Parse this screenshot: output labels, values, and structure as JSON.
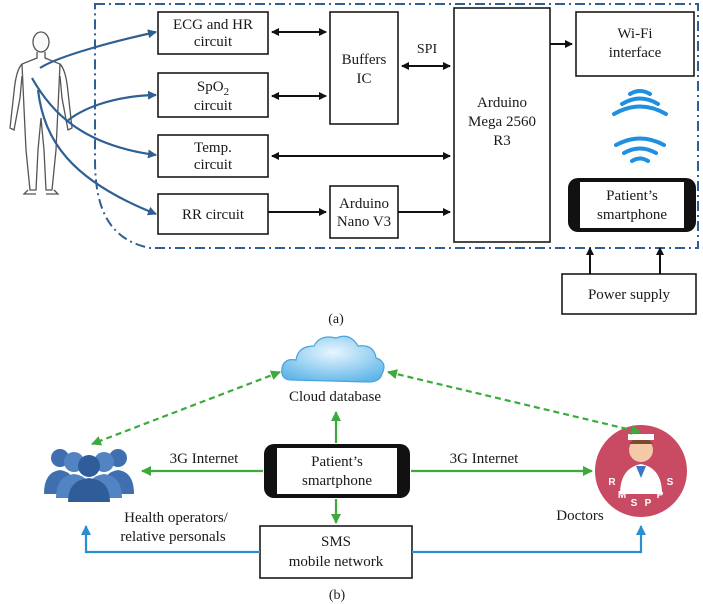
{
  "part_a": {
    "caption": "(a)",
    "ecg_line1": "ECG and HR",
    "ecg_line2": "circuit",
    "spo2_main": "SpO",
    "spo2_sub": "2",
    "spo2_line2": "circuit",
    "temp_line1": "Temp.",
    "temp_line2": "circuit",
    "rr": "RR circuit",
    "buffers_line1": "Buffers",
    "buffers_line2": "IC",
    "spi": "SPI",
    "mega_line1": "Arduino",
    "mega_line2": "Mega 2560",
    "mega_line3": "R3",
    "nano_line1": "Arduino",
    "nano_line2": "Nano V3",
    "wifi_line1": "Wi-Fi",
    "wifi_line2": "interface",
    "phone_line1": "Patient’s",
    "phone_line2": "smartphone",
    "power": "Power supply"
  },
  "part_b": {
    "caption": "(b)",
    "cloud": "Cloud database",
    "phone_line1": "Patient’s",
    "phone_line2": "smartphone",
    "left_link": "3G Internet",
    "right_link": "3G Internet",
    "operators_line1": "Health operators/",
    "operators_line2": "relative personals",
    "sms_line1": "SMS",
    "sms_line2": "mobile network",
    "doctors": "Doctors",
    "badge_letters": [
      "R",
      "M",
      "S",
      "P",
      "P",
      "S"
    ]
  },
  "colors": {
    "blue_links": "#2f5f93",
    "green_links": "#3daa3d",
    "sms_links": "#2a8fcf",
    "wifi": "#1f8fe0",
    "people": "#3f6fae",
    "doctor_badge": "#c84a63"
  },
  "icons": [
    "human-body-icon",
    "wifi-signal-icon",
    "smartphone-icon",
    "cloud-icon",
    "people-group-icon",
    "doctor-badge-icon"
  ]
}
